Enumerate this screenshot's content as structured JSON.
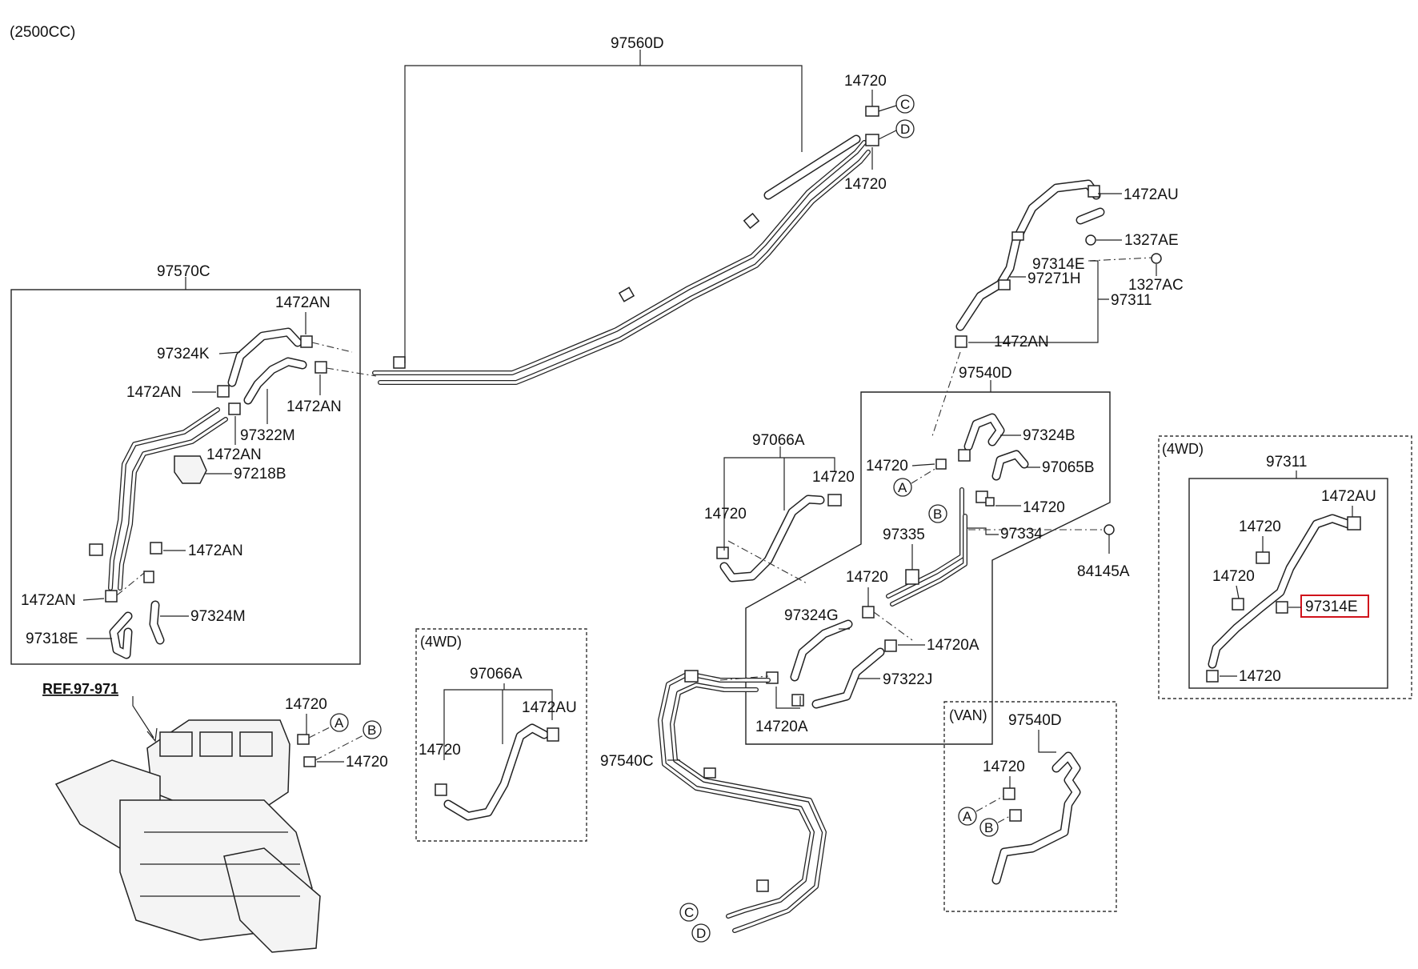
{
  "engine": "(2500CC)",
  "ref": "REF.97-971",
  "labels": {
    "97560D": "97560D",
    "14720": "14720",
    "1472AU": "1472AU",
    "1327AE": "1327AE",
    "97314E": "97314E",
    "97271H": "97271H",
    "1327AC": "1327AC",
    "97311": "97311",
    "1472AN": "1472AN",
    "97540D": "97540D",
    "97570C": "97570C",
    "97324K": "97324K",
    "97322M": "97322M",
    "97218B": "97218B",
    "97324M": "97324M",
    "97318E": "97318E",
    "97066A": "97066A",
    "97324B": "97324B",
    "97065B": "97065B",
    "97335": "97335",
    "97334": "97334",
    "84145A": "84145A",
    "97324G": "97324G",
    "14720A": "14720A",
    "97322J": "97322J",
    "97540C": "97540C"
  },
  "groups": {
    "wd4": "(4WD)",
    "van": "(VAN)"
  },
  "letters": {
    "a": "A",
    "b": "B",
    "c": "C",
    "d": "D"
  },
  "highlight": {
    "part": "97314E",
    "color": "#d0121b"
  }
}
